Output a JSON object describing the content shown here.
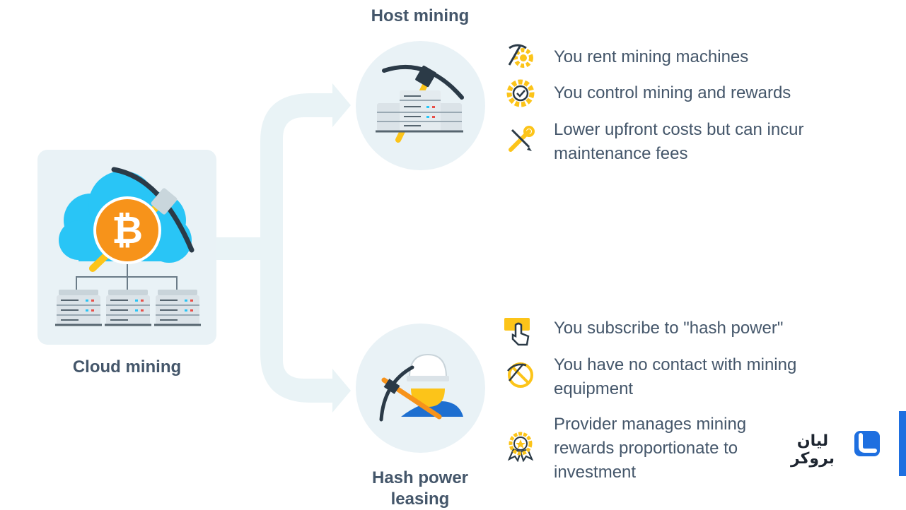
{
  "diagram": {
    "left_label": "Cloud mining",
    "top_label": "Host mining",
    "bottom_label_line1": "Hash power",
    "bottom_label_line2": "leasing",
    "bitcoin_symbol": "₿",
    "host_items": [
      {
        "icon": "pickaxe-gear-icon",
        "lines": [
          "You rent mining machines"
        ]
      },
      {
        "icon": "gear-check-icon",
        "lines": [
          "You control mining and rewards"
        ]
      },
      {
        "icon": "wrench-pencil-icon",
        "lines": [
          "Lower upfront costs but can incur",
          "maintenance fees"
        ]
      }
    ],
    "hash_items": [
      {
        "icon": "hand-click-icon",
        "lines": [
          "You subscribe to \"hash power\""
        ]
      },
      {
        "icon": "no-pickaxe-icon",
        "lines": [
          "You have no contact with mining",
          "equipment"
        ]
      },
      {
        "icon": "award-badge-icon",
        "lines": [
          "Provider manages mining",
          "rewards proportionate to",
          "investment"
        ]
      }
    ]
  },
  "watermark": {
    "text": "لیان بروکر"
  },
  "colors": {
    "orange": "#f7931a",
    "cyan": "#29c5f6",
    "yellow": "#fcc419",
    "panel": "#e9f2f6",
    "arrow": "#e9f3f6",
    "text": "#44566a",
    "brand_blue": "#1e6fe0"
  }
}
